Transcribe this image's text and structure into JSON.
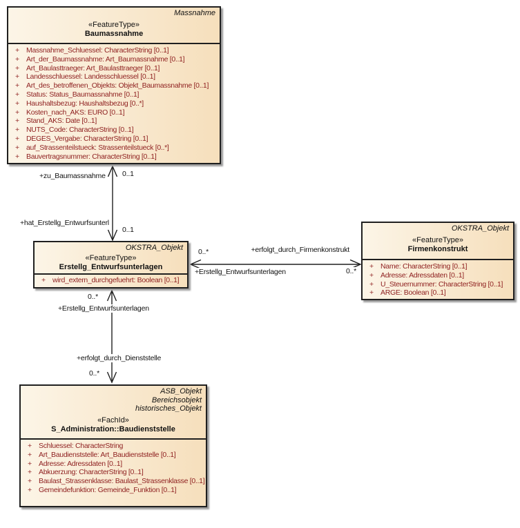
{
  "colors": {
    "box_fill_left": "#fcf5e7",
    "box_fill_right": "#f6dfbc",
    "box_border": "#1f1f1f",
    "attribute_text": "#8e1f1f",
    "shadow": "#9b9b9b"
  },
  "boxes": {
    "baumassnahme": {
      "tags": [
        "Massnahme"
      ],
      "stereotype": "«FeatureType»",
      "name": "Baumassnahme",
      "attributes": [
        {
          "vis": "+",
          "text": "Massnahme_Schluessel: CharacterString [0..1]"
        },
        {
          "vis": "+",
          "text": "Art_der_Baumassnahme: Art_Baumassnahme [0..1]"
        },
        {
          "vis": "+",
          "text": "Art_Baulasttraeger: Art_Baulasttraeger [0..1]"
        },
        {
          "vis": "+",
          "text": "Landesschluessel: Landesschluessel [0..1]"
        },
        {
          "vis": "+",
          "text": "Art_des_betroffenen_Objekts: Objekt_Baumassnahme [0..1]"
        },
        {
          "vis": "+",
          "text": "Status: Status_Baumassnahme [0..1]"
        },
        {
          "vis": "+",
          "text": "Haushaltsbezug: Haushaltsbezug [0..*]"
        },
        {
          "vis": "+",
          "text": "Kosten_nach_AKS: EURO [0..1]"
        },
        {
          "vis": "+",
          "text": "Stand_AKS: Date [0..1]"
        },
        {
          "vis": "+",
          "text": "NUTS_Code: CharacterString [0..1]"
        },
        {
          "vis": "+",
          "text": "DEGES_Vergabe: CharacterString [0..1]"
        },
        {
          "vis": "+",
          "text": "auf_Strassenteilstueck: Strassenteilstueck [0..*]"
        },
        {
          "vis": "+",
          "text": "Bauvertragsnummer: CharacterString [0..1]"
        }
      ]
    },
    "erstellg": {
      "tags": [
        "OKSTRA_Objekt"
      ],
      "stereotype": "«FeatureType»",
      "name": "Erstellg_Entwurfsunterlagen",
      "attributes": [
        {
          "vis": "+",
          "text": "wird_extern_durchgefuehrt: Boolean [0..1]"
        }
      ]
    },
    "firmenkonstrukt": {
      "tags": [
        "OKSTRA_Objekt"
      ],
      "stereotype": "«FeatureType»",
      "name": "Firmenkonstrukt",
      "attributes": [
        {
          "vis": "+",
          "text": "Name: CharacterString [0..1]"
        },
        {
          "vis": "+",
          "text": "Adresse: Adressdaten [0..1]"
        },
        {
          "vis": "+",
          "text": "U_Steuernummer: CharacterString [0..1]"
        },
        {
          "vis": "+",
          "text": "ARGE: Boolean [0..1]"
        }
      ]
    },
    "baudienststelle": {
      "tags": [
        "ASB_Objekt",
        "Bereichsobjekt",
        "historisches_Objekt"
      ],
      "stereotype": "«FachId»",
      "name": "S_Administration::Baudienststelle",
      "attributes": [
        {
          "vis": "+",
          "text": "Schluessel: CharacterString"
        },
        {
          "vis": "+",
          "text": "Art_Baudienststelle: Art_Baudienststelle [0..1]"
        },
        {
          "vis": "+",
          "text": "Adresse: Adressdaten [0..1]"
        },
        {
          "vis": "+",
          "text": "Abkuerzung: CharacterString [0..1]"
        },
        {
          "vis": "+",
          "text": "Baulast_Strassenklasse: Baulast_Strassenklasse [0..1]"
        },
        {
          "vis": "+",
          "text": "Gemeindefunktion: Gemeinde_Funktion [0..1]"
        }
      ]
    }
  },
  "associations": {
    "massnahme_erstellg": {
      "role_top": "+zu_Baumassnahme",
      "mult_top": "0..1",
      "role_bottom": "+hat_Erstellg_Entwurfsunterl",
      "mult_bottom": "0..1"
    },
    "erstellg_firma": {
      "mult_left": "0..*",
      "role_right": "+erfolgt_durch_Firmenkonstrukt",
      "role_left": "+Erstellg_Entwurfsunterlagen",
      "mult_right": "0..*"
    },
    "erstellg_dienststelle": {
      "mult_top": "0..*",
      "role_top": "+Erstellg_Entwurfsunterlagen",
      "role_bottom": "+erfolgt_durch_Dienststelle",
      "mult_bottom": "0..*"
    }
  }
}
